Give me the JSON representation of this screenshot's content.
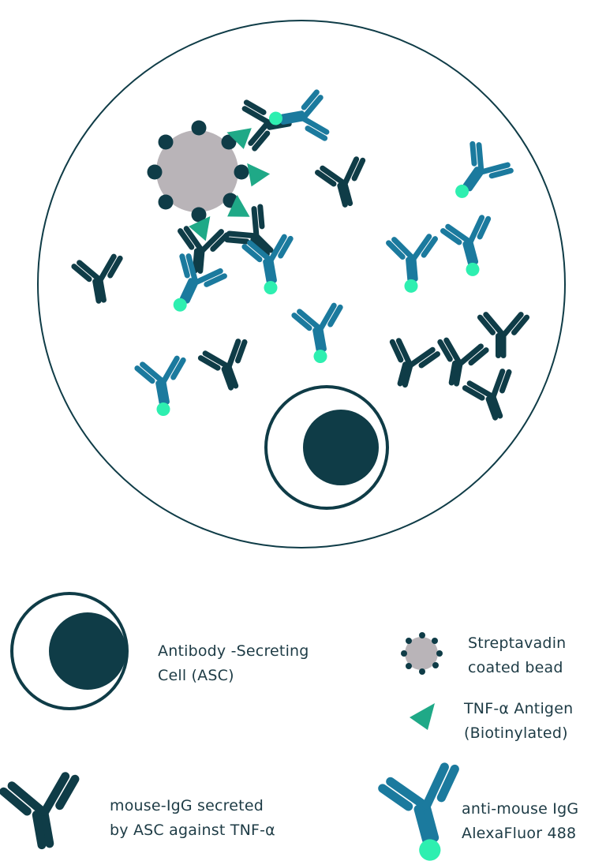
{
  "colors": {
    "dark_teal": "#0f3c47",
    "blue_antibody": "#1b7a9e",
    "fluor": "#2eefb0",
    "antigen": "#1fa987",
    "bead": "#b9b4b8",
    "outline": "#0f3c47"
  },
  "legend": {
    "asc": {
      "line1": "Antibody -Secreting",
      "line2": "Cell (ASC)",
      "icon": "asc-cell-icon"
    },
    "bead": {
      "line1": "Streptavadin",
      "line2": "coated bead",
      "icon": "streptavidin-bead-icon"
    },
    "antigen": {
      "line1": "TNF-α Antigen",
      "line2": "(Biotinylated)",
      "icon": "triangle-antigen-icon"
    },
    "mouse_igg": {
      "line1": "mouse-IgG secreted",
      "line2": "by ASC against TNF-α",
      "icon": "dark-antibody-icon"
    },
    "anti_mouse": {
      "line1": "anti-mouse IgG",
      "line2": "AlexaFluor 488",
      "icon": "blue-antibody-fluor-icon"
    }
  }
}
